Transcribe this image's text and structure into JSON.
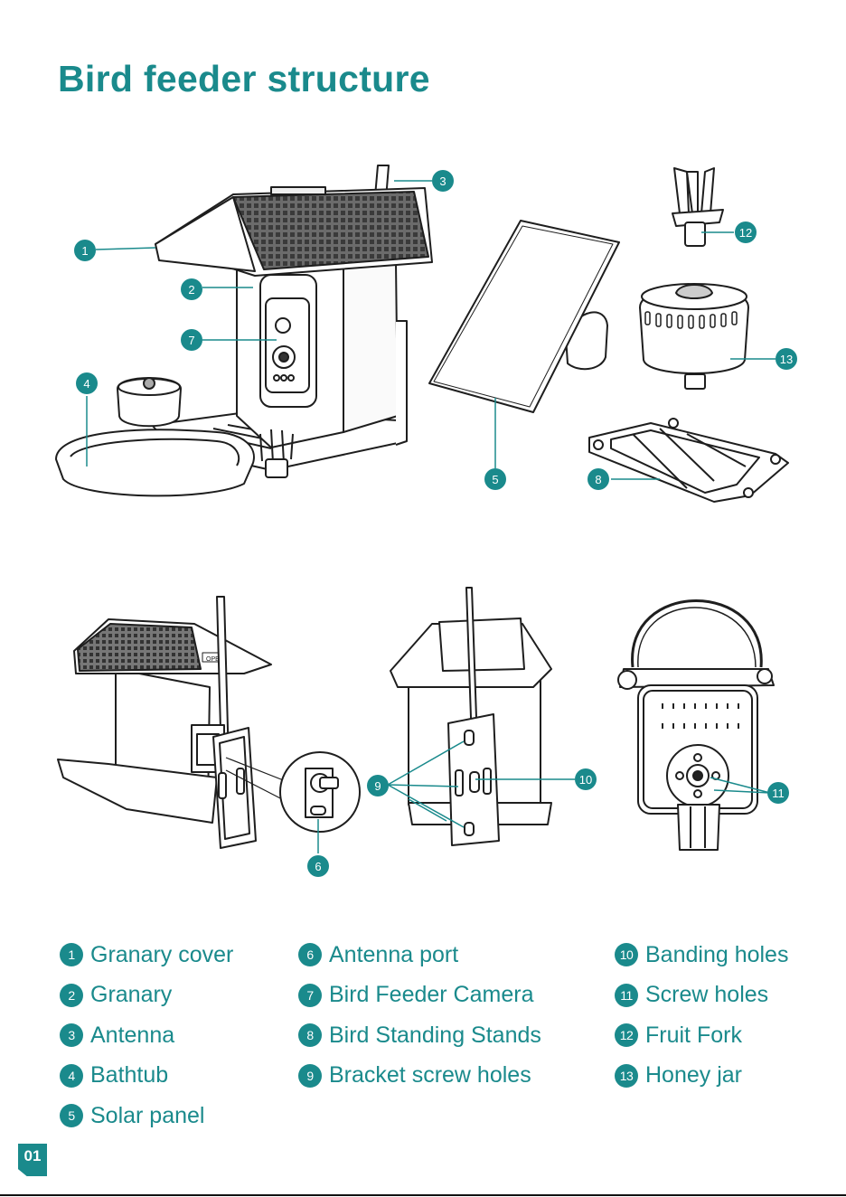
{
  "page": {
    "title": "Bird feeder structure",
    "page_number": "01",
    "accent_color": "#1a8a8c"
  },
  "callouts": [
    "1",
    "2",
    "3",
    "4",
    "5",
    "6",
    "7",
    "8",
    "9",
    "10",
    "11",
    "12",
    "13"
  ],
  "diagram_text": {
    "open_label": "OPEN"
  },
  "legend": {
    "col1": [
      {
        "num": "1",
        "label": "Granary cover"
      },
      {
        "num": "2",
        "label": "Granary"
      },
      {
        "num": "3",
        "label": "Antenna"
      },
      {
        "num": "4",
        "label": "Bathtub"
      },
      {
        "num": "5",
        "label": "Solar panel"
      }
    ],
    "col2": [
      {
        "num": "6",
        "label": "Antenna port"
      },
      {
        "num": "7",
        "label": "Bird Feeder Camera"
      },
      {
        "num": "8",
        "label": "Bird Standing Stands"
      },
      {
        "num": "9",
        "label": "Bracket screw holes"
      }
    ],
    "col3": [
      {
        "num": "10",
        "label": "Banding holes"
      },
      {
        "num": "11",
        "label": "Screw holes"
      },
      {
        "num": "12",
        "label": "Fruit Fork"
      },
      {
        "num": "13",
        "label": "Honey jar"
      }
    ]
  }
}
